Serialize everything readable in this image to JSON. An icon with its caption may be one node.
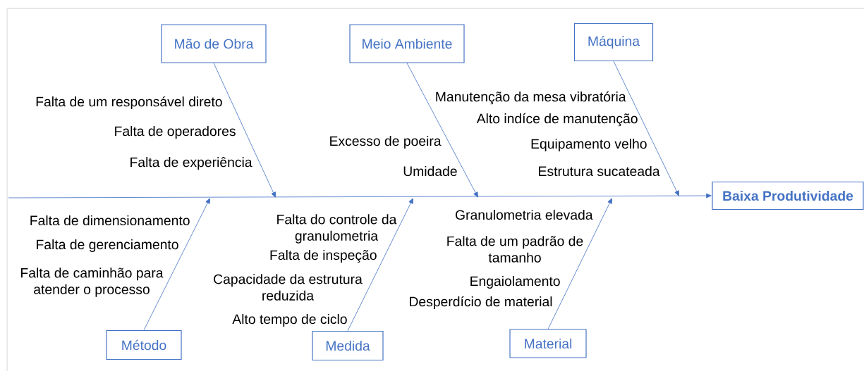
{
  "diagram": {
    "nodes": [
      {
        "text": [
          "Mão de Obra"
        ]
      },
      {
        "text": [
          "Meio Ambiente"
        ]
      },
      {
        "text": [
          "Máquina"
        ]
      },
      {
        "text": [
          "Método"
        ]
      },
      {
        "text": [
          "Medida"
        ]
      },
      {
        "text": [
          "Material"
        ]
      },
      {
        "text": [
          "Baixa Produtividade"
        ]
      }
    ],
    "edges": [
      {
        "from": 0,
        "to": null,
        "arrow": "to"
      },
      {
        "from": 1,
        "to": null,
        "arrow": "to"
      },
      {
        "from": 2,
        "to": null,
        "arrow": "to"
      },
      {
        "from": 3,
        "to": null,
        "arrow": "to"
      },
      {
        "from": 4,
        "to": null,
        "arrow": "to"
      },
      {
        "from": 5,
        "to": null,
        "arrow": "to"
      },
      {
        "from": null,
        "to": 6,
        "arrow": "to"
      }
    ],
    "labels": [
      "Falta de um responsável direto",
      "Falta de operadores",
      "Falta de experiência",
      "Excesso de poeira",
      "Umidade",
      "Manutenção da mesa vibratória",
      "Alto indíce de manutenção",
      "Equipamento velho",
      "Estrutura sucateada",
      "Falta de dimensionamento",
      "Falta de gerenciamento",
      "Falta de caminhão para atender o processo",
      "Falta do controle da granulometria",
      "Falta de inspeção",
      "Capacidade da estrutura reduzida",
      "Alto tempo de ciclo",
      "Granulometria elevada",
      "Falta de um padrão de tamanho",
      "Engaiolamento",
      "Desperdício de material"
    ]
  }
}
